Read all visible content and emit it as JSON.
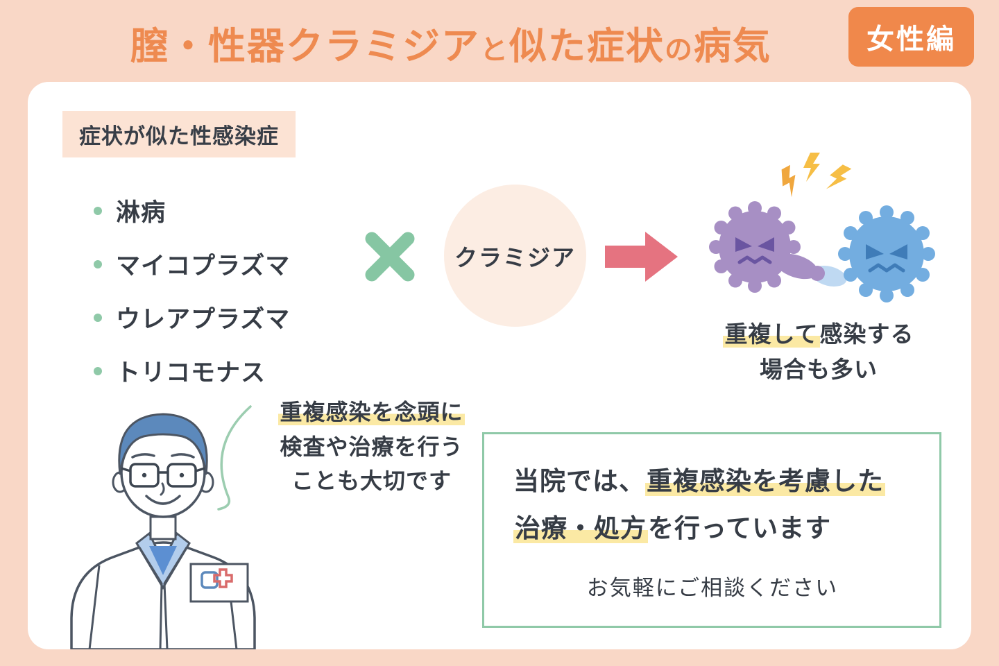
{
  "header": {
    "title_parts": [
      {
        "text": "膣・性器クラミジア",
        "size": "big"
      },
      {
        "text": "と",
        "size": "small"
      },
      {
        "text": "似た症状",
        "size": "big"
      },
      {
        "text": "の",
        "size": "small"
      },
      {
        "text": "病気",
        "size": "big"
      }
    ],
    "badge": "女性編"
  },
  "panel": {
    "section_label": "症状が似た性感染症",
    "diseases": [
      "淋病",
      "マイコプラズマ",
      "ウレアプラズマ",
      "トリコモナス"
    ],
    "chlamydia_circle": "クラミジア",
    "coinfection_caption": {
      "line1_highlight": "重複して",
      "line1_rest": "感染する",
      "line2": "場合も多い"
    },
    "doctor_note": {
      "line1": "重複感染を念頭に",
      "line2": "検査や治療を行う",
      "line3": "ことも大切です"
    },
    "notice": {
      "line1_prefix": "当院では、",
      "line1_highlight": "重複感染を考慮した",
      "line2_highlight": "治療・処方",
      "line2_suffix": "を行っています",
      "footer": "お気軽にご相談ください"
    }
  },
  "icons": {
    "cross": "multiply-icon",
    "arrow": "arrow-right-icon",
    "bullet": "bullet-dot-icon",
    "virus_left": "virus-purple-icon",
    "virus_right": "virus-blue-icon",
    "sparks": "spark-icon",
    "doctor": "doctor-illustration"
  },
  "colors": {
    "background": "#F9D7C6",
    "title_orange": "#EE8A50",
    "badge_orange": "#F0884B",
    "card_white": "#FFFFFF",
    "label_peach": "#FCE3D4",
    "circle_peach": "#FCEDE3",
    "green": "#8FC9A8",
    "arrow_pink": "#E57380",
    "virus_purple": "#A78FC4",
    "virus_blue": "#73ADE0",
    "spark_yellow": "#F6BE45",
    "highlight_yellow": "#FBE9A4",
    "text_dark": "#363C45"
  }
}
